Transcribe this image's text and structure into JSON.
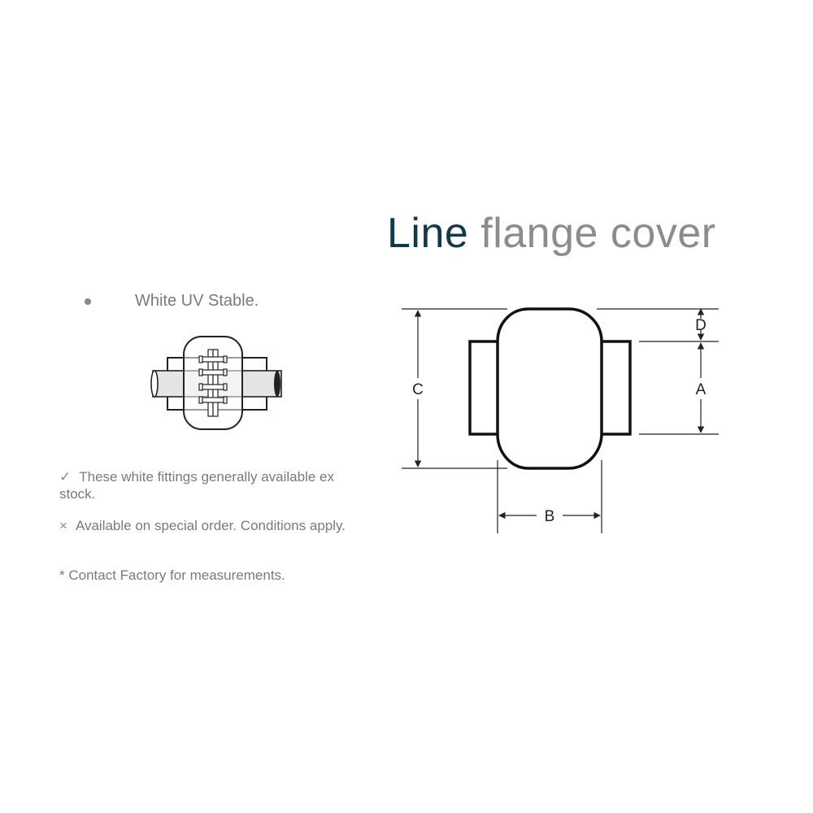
{
  "title": {
    "word1": "Line",
    "word2": "flange cover"
  },
  "feature": {
    "text": "White UV Stable."
  },
  "notes": [
    {
      "mark": "✓",
      "text": "These white fittings generally available ex stock."
    },
    {
      "mark": "×",
      "text": "Available on special order. Conditions apply."
    },
    {
      "mark": "",
      "text": "* Contact Factory for measurements."
    }
  ],
  "dimensions": {
    "a": "A",
    "b": "B",
    "c": "C",
    "d": "D"
  },
  "colors": {
    "title_accent": "#0f3a4a",
    "title_gray": "#8c8c8c",
    "text_gray": "#7a7a7a"
  }
}
